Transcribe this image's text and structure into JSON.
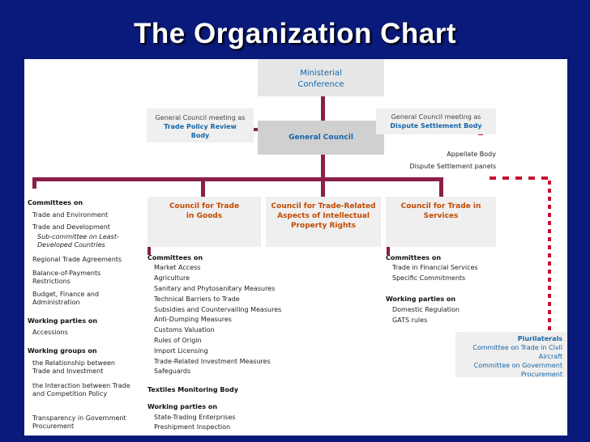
{
  "title": "The Organization Chart",
  "top": {
    "ministerial": "Ministerial Conference",
    "general_council": "General Council",
    "gc_tprb_1": "General Council meeting as",
    "gc_tprb_2": "Trade Policy Review Body",
    "gc_dsb_1": "General Council meeting as",
    "gc_dsb_2": "Dispute Settlement Body",
    "appellate": "Appellate Body",
    "dsp": "Dispute Settlement panels"
  },
  "councils": {
    "goods": "Council for Trade in Goods",
    "trips": "Council for Trade-Related Aspects of Intellectual Property Rights",
    "services": "Council for Trade in Services"
  },
  "left": {
    "committees_h": "Committees on",
    "committees": [
      "Trade and Environment",
      "Trade and Development",
      "Regional Trade Agreements",
      "Balance-of-Payments Restrictions",
      "Budget, Finance and Administration"
    ],
    "subcommittee": "Sub-committee on Least-Developed Countries",
    "wp_h": "Working parties on",
    "wp": [
      "Accessions"
    ],
    "wg_h": "Working groups on",
    "wg": [
      "the Relationship between Trade and Investment",
      "the Interaction between Trade and Competition Policy",
      "Transparency in Government Procurement"
    ]
  },
  "goods": {
    "committees_h": "Committees on",
    "committees": [
      "Market Access",
      "Agriculture",
      "Sanitary and Phytosanitary Measures",
      "Technical Barriers to Trade",
      "Subsidies and Countervailing Measures",
      "Anti-Dumping Measures",
      "Customs Valuation",
      "Rules of Origin",
      "Import Licensing",
      "Trade-Related Investment Measures",
      "Safeguards"
    ],
    "tmb": "Textiles Monitoring Body",
    "wp_h": "Working parties on",
    "wp": [
      "State-Trading Enterprises",
      "Preshipment Inspection"
    ]
  },
  "services": {
    "committees_h": "Committees on",
    "committees": [
      "Trade in Financial Services",
      "Specific Commitments"
    ],
    "wp_h": "Working parties on",
    "wp": [
      "Domestic Regulation",
      "GATS rules"
    ]
  },
  "plurilaterals": {
    "title": "Plurilaterals",
    "items": [
      "Committee on Trade in Civil Aircraft",
      "Committee on Government Procurement"
    ]
  },
  "colors": {
    "background": "#0a1a7a",
    "connector": "#8a1f4a",
    "dotted": "#c8102e",
    "box_text": "#1565a8"
  }
}
